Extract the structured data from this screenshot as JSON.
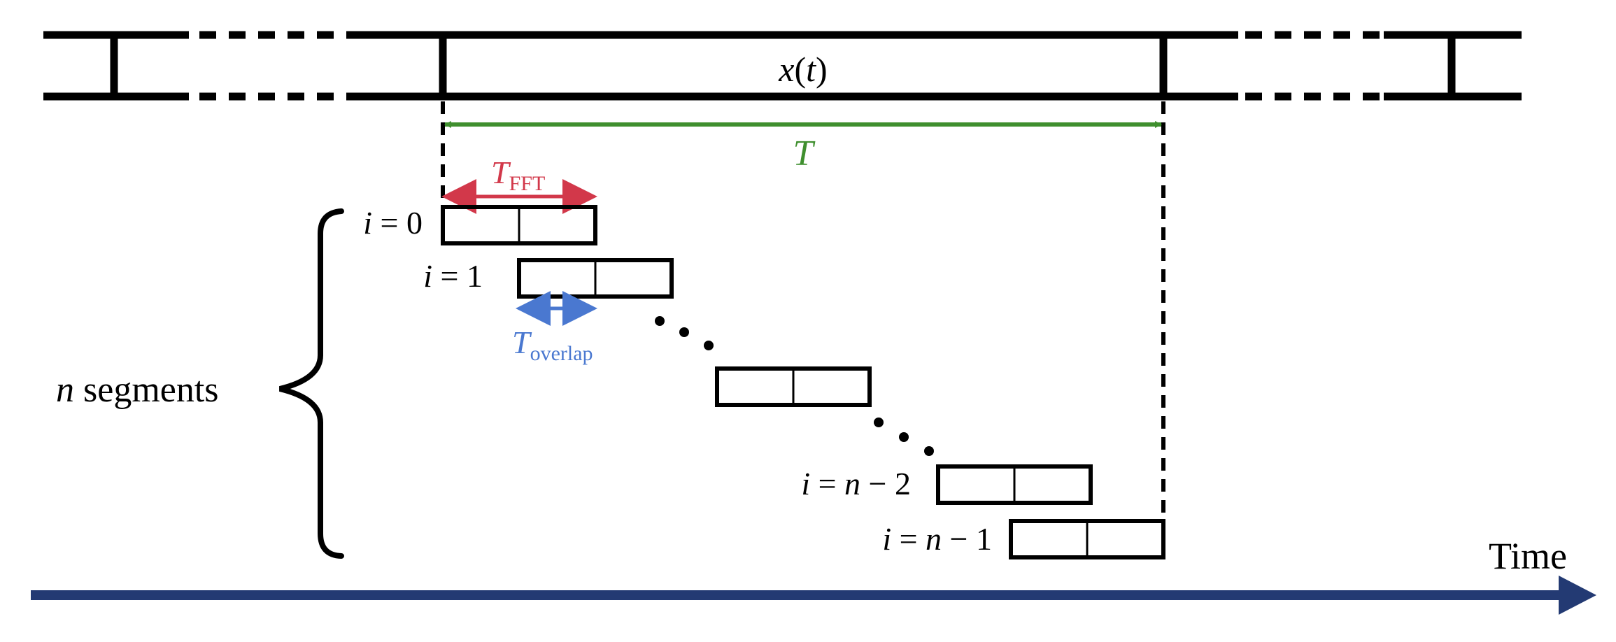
{
  "signal": {
    "label_x": "x",
    "label_paren_open": "(",
    "label_t": "t",
    "label_paren_close": ")"
  },
  "total_duration": {
    "label": "T",
    "color": "#3f8f2e"
  },
  "fft_window": {
    "label_main": "T",
    "label_sub": "FFT",
    "color": "#d2384a"
  },
  "overlap": {
    "label_main": "T",
    "label_sub": "overlap",
    "color": "#4a78d0"
  },
  "segments": {
    "brace_n": "n",
    "brace_text": " segments",
    "labels": [
      {
        "i": "i",
        "eq": " = ",
        "rhs": "0"
      },
      {
        "i": "i",
        "eq": " = ",
        "rhs": "1"
      },
      {
        "i": "i",
        "eq": " = ",
        "rhs_var": "n",
        "rhs_rest": " − 2"
      },
      {
        "i": "i",
        "eq": " = ",
        "rhs_var": "n",
        "rhs_rest": " − 1"
      }
    ]
  },
  "time_axis": {
    "label": "Time",
    "color": "#233a73"
  }
}
